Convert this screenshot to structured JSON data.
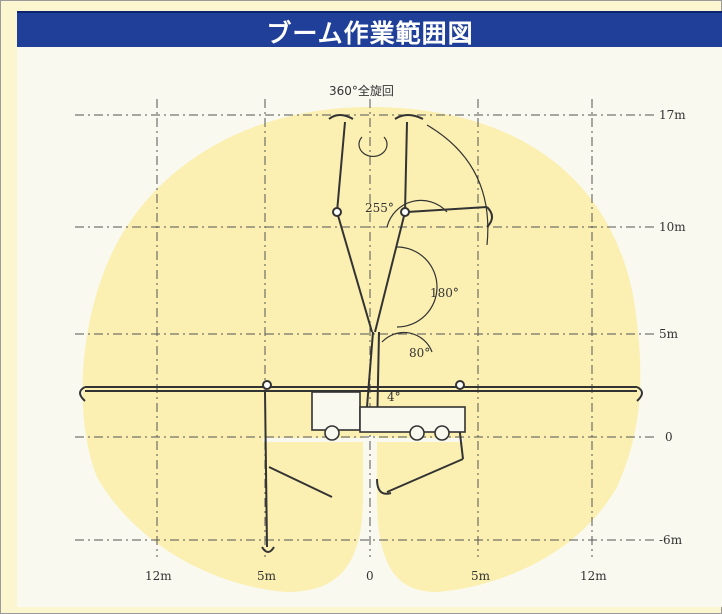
{
  "header": {
    "title": "ブーム作業範囲図"
  },
  "diagram": {
    "top_annotation": "360°全旋回",
    "height_labels": [
      "17m",
      "10m",
      "5m",
      "0",
      "-6m"
    ],
    "width_labels": [
      "12m",
      "5m",
      "0",
      "5m",
      "12m"
    ],
    "angle_labels": [
      "255°",
      "180°",
      "80°",
      "4°"
    ],
    "colors": {
      "envelope": "#fbf0b2",
      "header_bg": "#1f3f99",
      "line": "#333333"
    }
  }
}
